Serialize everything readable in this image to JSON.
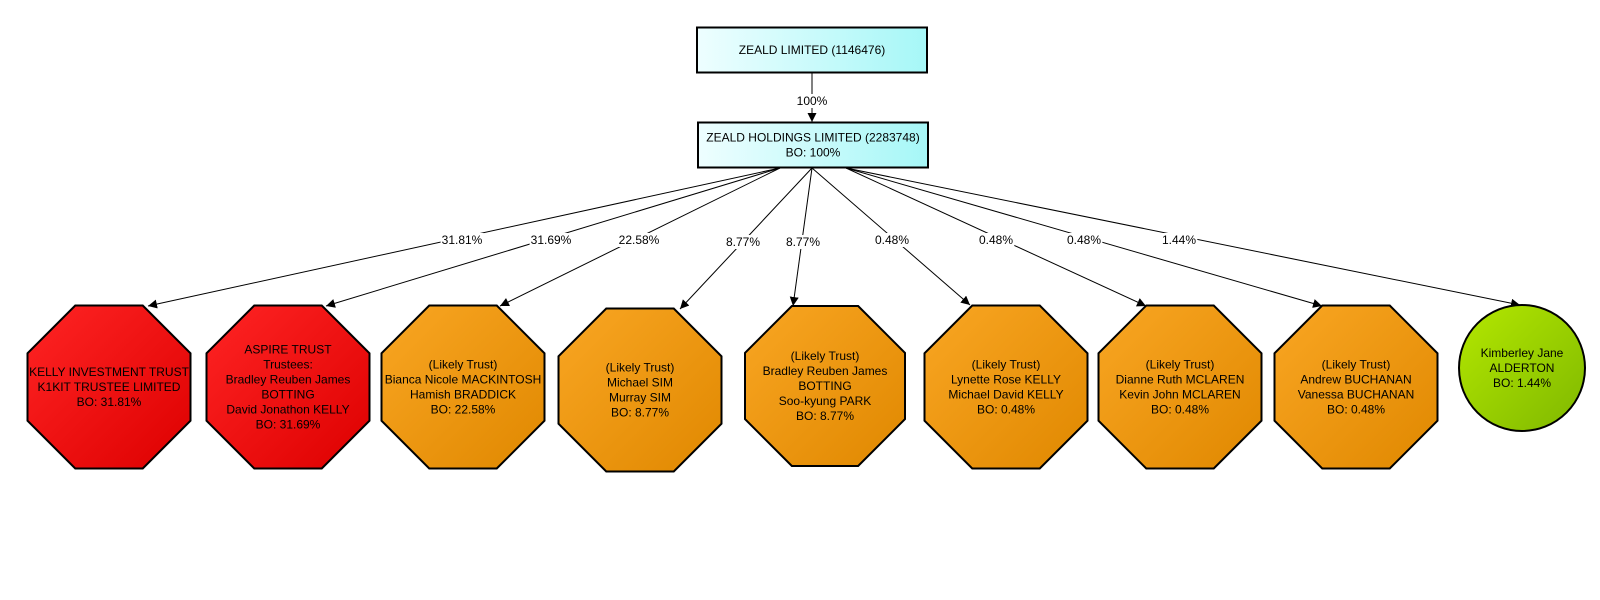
{
  "diagram": {
    "type": "ownership-graph",
    "colors": {
      "company_fill_start": "#eefeff",
      "company_fill_end": "#a6f7f7",
      "red_fill_start": "#ff2424",
      "red_fill_end": "#dd0000",
      "orange_fill_start": "#f9a623",
      "orange_fill_end": "#e08800",
      "green_fill_start": "#b4e800",
      "green_fill_end": "#7fb800",
      "stroke": "#000000"
    },
    "nodes": [
      {
        "id": "zeald-limited",
        "shape": "box",
        "style": "company",
        "lines": [
          "ZEALD LIMITED (1146476)"
        ]
      },
      {
        "id": "zeald-holdings",
        "shape": "box",
        "style": "company",
        "lines": [
          "ZEALD HOLDINGS LIMITED (2283748)",
          "BO: 100%"
        ]
      },
      {
        "id": "kelly-investment-trust",
        "shape": "octagon",
        "style": "red",
        "lines": [
          "KELLY INVESTMENT TRUST",
          "K1KIT TRUSTEE LIMITED",
          "BO: 31.81%"
        ]
      },
      {
        "id": "aspire-trust",
        "shape": "octagon",
        "style": "red",
        "lines": [
          "ASPIRE TRUST",
          "Trustees:",
          "Bradley Reuben James",
          "BOTTING",
          "David Jonathon KELLY",
          "BO: 31.69%"
        ]
      },
      {
        "id": "mackintosh-braddick",
        "shape": "octagon",
        "style": "orange",
        "lines": [
          "(Likely Trust)",
          "Bianca Nicole MACKINTOSH",
          "Hamish BRADDICK",
          "BO: 22.58%"
        ]
      },
      {
        "id": "sim",
        "shape": "octagon",
        "style": "orange",
        "lines": [
          "(Likely Trust)",
          "Michael SIM",
          "Murray SIM",
          "BO: 8.77%"
        ]
      },
      {
        "id": "botting-park",
        "shape": "octagon",
        "style": "orange",
        "lines": [
          "(Likely Trust)",
          "Bradley Reuben James",
          "BOTTING",
          "Soo-kyung PARK",
          "BO: 8.77%"
        ]
      },
      {
        "id": "kelly-family",
        "shape": "octagon",
        "style": "orange",
        "lines": [
          "(Likely Trust)",
          "Lynette Rose KELLY",
          "Michael David KELLY",
          "BO: 0.48%"
        ]
      },
      {
        "id": "mclaren",
        "shape": "octagon",
        "style": "orange",
        "lines": [
          "(Likely Trust)",
          "Dianne Ruth MCLAREN",
          "Kevin John MCLAREN",
          "BO: 0.48%"
        ]
      },
      {
        "id": "buchanan",
        "shape": "octagon",
        "style": "orange",
        "lines": [
          "(Likely Trust)",
          "Andrew BUCHANAN",
          "Vanessa BUCHANAN",
          "BO: 0.48%"
        ]
      },
      {
        "id": "alderton",
        "shape": "circle",
        "style": "green",
        "lines": [
          "Kimberley Jane",
          "ALDERTON",
          "BO: 1.44%"
        ]
      }
    ],
    "edges": [
      {
        "from": "zeald-limited",
        "to": "zeald-holdings",
        "label": "100%"
      },
      {
        "from": "zeald-holdings",
        "to": "kelly-investment-trust",
        "label": "31.81%"
      },
      {
        "from": "zeald-holdings",
        "to": "aspire-trust",
        "label": "31.69%"
      },
      {
        "from": "zeald-holdings",
        "to": "mackintosh-braddick",
        "label": "22.58%"
      },
      {
        "from": "zeald-holdings",
        "to": "sim",
        "label": "8.77%"
      },
      {
        "from": "zeald-holdings",
        "to": "botting-park",
        "label": "8.77%"
      },
      {
        "from": "zeald-holdings",
        "to": "kelly-family",
        "label": "0.48%"
      },
      {
        "from": "zeald-holdings",
        "to": "mclaren",
        "label": "0.48%"
      },
      {
        "from": "zeald-holdings",
        "to": "buchanan",
        "label": "0.48%"
      },
      {
        "from": "zeald-holdings",
        "to": "alderton",
        "label": "1.44%"
      }
    ]
  }
}
